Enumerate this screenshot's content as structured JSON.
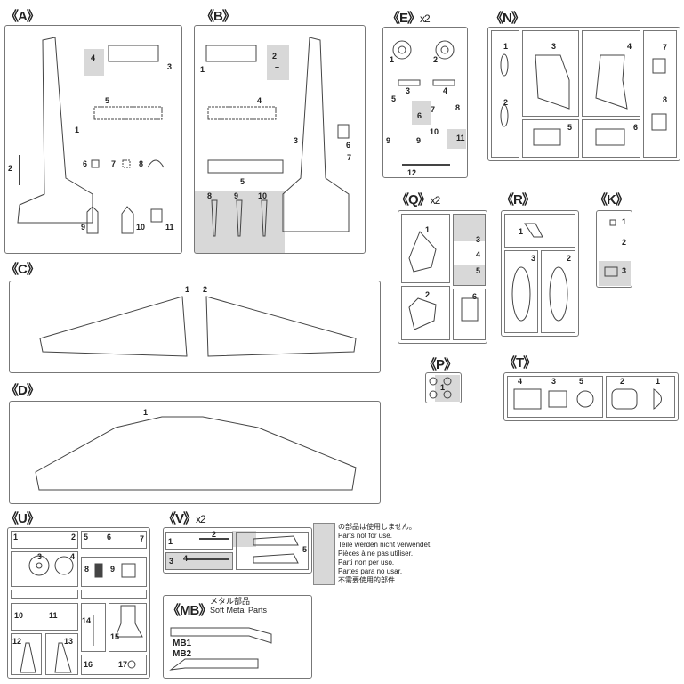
{
  "sprues": {
    "A": {
      "title": "《A》",
      "parts": [
        "1",
        "2",
        "3",
        "4",
        "5",
        "6",
        "7",
        "8",
        "9",
        "10",
        "11"
      ]
    },
    "B": {
      "title": "《B》",
      "parts": [
        "1",
        "2",
        "3",
        "4",
        "5",
        "6",
        "7",
        "8",
        "9",
        "10",
        "–"
      ]
    },
    "C": {
      "title": "《C》",
      "parts": [
        "1",
        "2"
      ]
    },
    "D": {
      "title": "《D》",
      "parts": [
        "1"
      ]
    },
    "E": {
      "title": "《E》",
      "multiplier": "x2",
      "parts": [
        "1",
        "2",
        "3",
        "4",
        "5",
        "6",
        "7",
        "8",
        "9",
        "9",
        "10",
        "11",
        "12"
      ]
    },
    "N": {
      "title": "《N》",
      "parts": [
        "1",
        "2",
        "3",
        "4",
        "5",
        "6",
        "7",
        "8"
      ]
    },
    "Q": {
      "title": "《Q》",
      "multiplier": "x2",
      "parts": [
        "1",
        "2",
        "3",
        "4",
        "5",
        "6"
      ]
    },
    "R": {
      "title": "《R》",
      "parts": [
        "1",
        "2",
        "3"
      ]
    },
    "K": {
      "title": "《K》",
      "parts": [
        "1",
        "2",
        "3"
      ]
    },
    "P": {
      "title": "《P》",
      "parts": [
        "1"
      ]
    },
    "T": {
      "title": "《T》",
      "parts": [
        "1",
        "2",
        "3",
        "4",
        "5"
      ]
    },
    "U": {
      "title": "《U》",
      "parts": [
        "1",
        "2",
        "3",
        "4",
        "5",
        "6",
        "7",
        "8",
        "9",
        "10",
        "11",
        "12",
        "13",
        "14",
        "15",
        "16",
        "17"
      ]
    },
    "V": {
      "title": "《V》",
      "multiplier": "x2",
      "parts": [
        "1",
        "2",
        "3",
        "4",
        "5"
      ]
    },
    "MB": {
      "title": "《MB》",
      "subtitle_jp": "メタル部品",
      "subtitle": "Soft Metal Parts",
      "parts": [
        "MB1",
        "MB2"
      ]
    }
  },
  "legend": {
    "lines": [
      "の部品は使用しません。",
      "Parts not for use.",
      "Teile werden nicht verwendet.",
      "Pièces à ne pas utiliser.",
      "Parti non per uso.",
      "Partes para no usar.",
      "不需要使用的部件"
    ],
    "shade_color": "#d8d8d8"
  }
}
